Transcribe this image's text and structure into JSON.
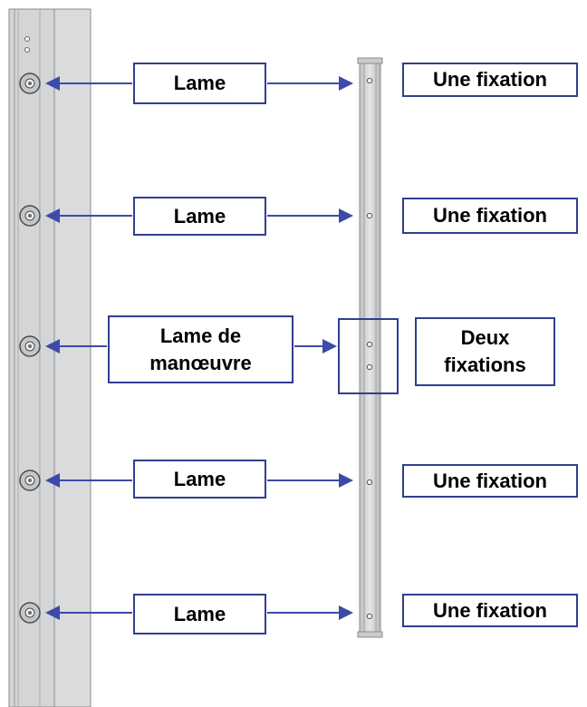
{
  "colors": {
    "label_border": "#2f3f8f",
    "arrow": "#3d4aa8",
    "rail_fill": "#d6d8da",
    "rail_stroke": "#8a8c8e"
  },
  "left_rail": {
    "fixing_icon": "bolt-icon"
  },
  "right_rail": {
    "hole_icon": "screw-hole-icon"
  },
  "rows": [
    {
      "blade_label": "Lame",
      "fixation_label": "Une fixation"
    },
    {
      "blade_label": "Lame",
      "fixation_label": "Une fixation"
    },
    {
      "blade_label": "Lame de\nmanœuvre",
      "fixation_label": "Deux\nfixations"
    },
    {
      "blade_label": "Lame",
      "fixation_label": "Une fixation"
    },
    {
      "blade_label": "Lame",
      "fixation_label": "Une fixation"
    }
  ]
}
